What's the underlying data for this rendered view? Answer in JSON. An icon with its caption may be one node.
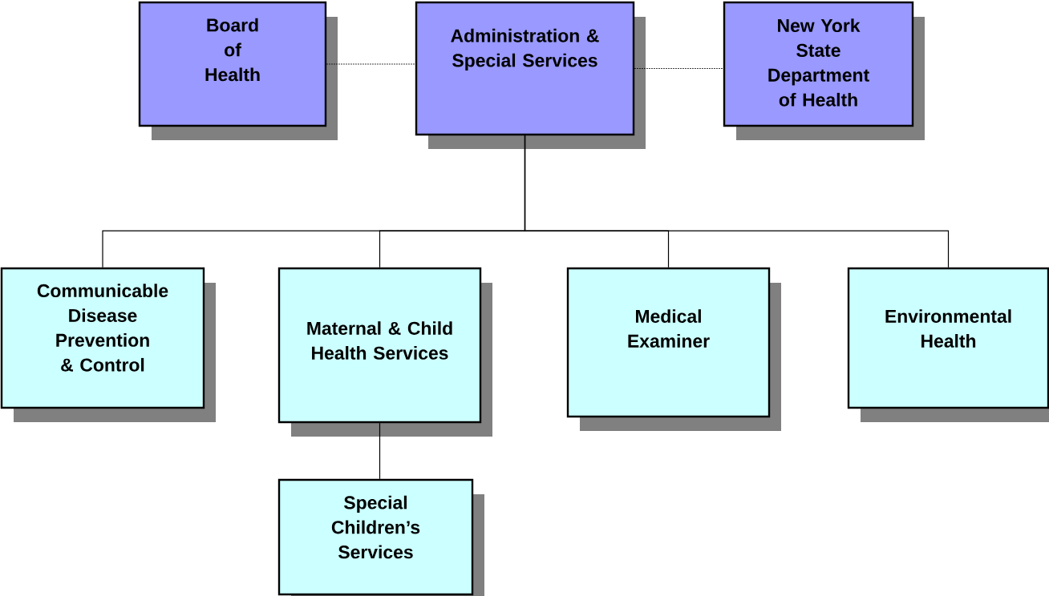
{
  "diagram": {
    "nodes": [
      {
        "text": [
          "Board of Health"
        ]
      },
      {
        "text": [
          "Administration & Special Services"
        ]
      },
      {
        "text": [
          "New York State Department of Health"
        ]
      },
      {
        "text": [
          "Communicable Disease Prevention & Control"
        ]
      },
      {
        "text": [
          "Maternal & Child Health Services"
        ]
      },
      {
        "text": [
          "Medical Examiner"
        ]
      },
      {
        "text": [
          "Environmental Health"
        ]
      },
      {
        "text": [
          "Special Children’s Services"
        ]
      }
    ],
    "edges": [
      {
        "from": 0,
        "to": 1,
        "arrow": "none",
        "style": "dashed"
      },
      {
        "from": 1,
        "to": 2,
        "arrow": "none",
        "style": "dashed"
      },
      {
        "from": 1,
        "to": 3,
        "arrow": "none"
      },
      {
        "from": 1,
        "to": 4,
        "arrow": "none"
      },
      {
        "from": 1,
        "to": 5,
        "arrow": "none"
      },
      {
        "from": 1,
        "to": 6,
        "arrow": "none"
      },
      {
        "from": 4,
        "to": 7,
        "arrow": "none"
      }
    ]
  }
}
